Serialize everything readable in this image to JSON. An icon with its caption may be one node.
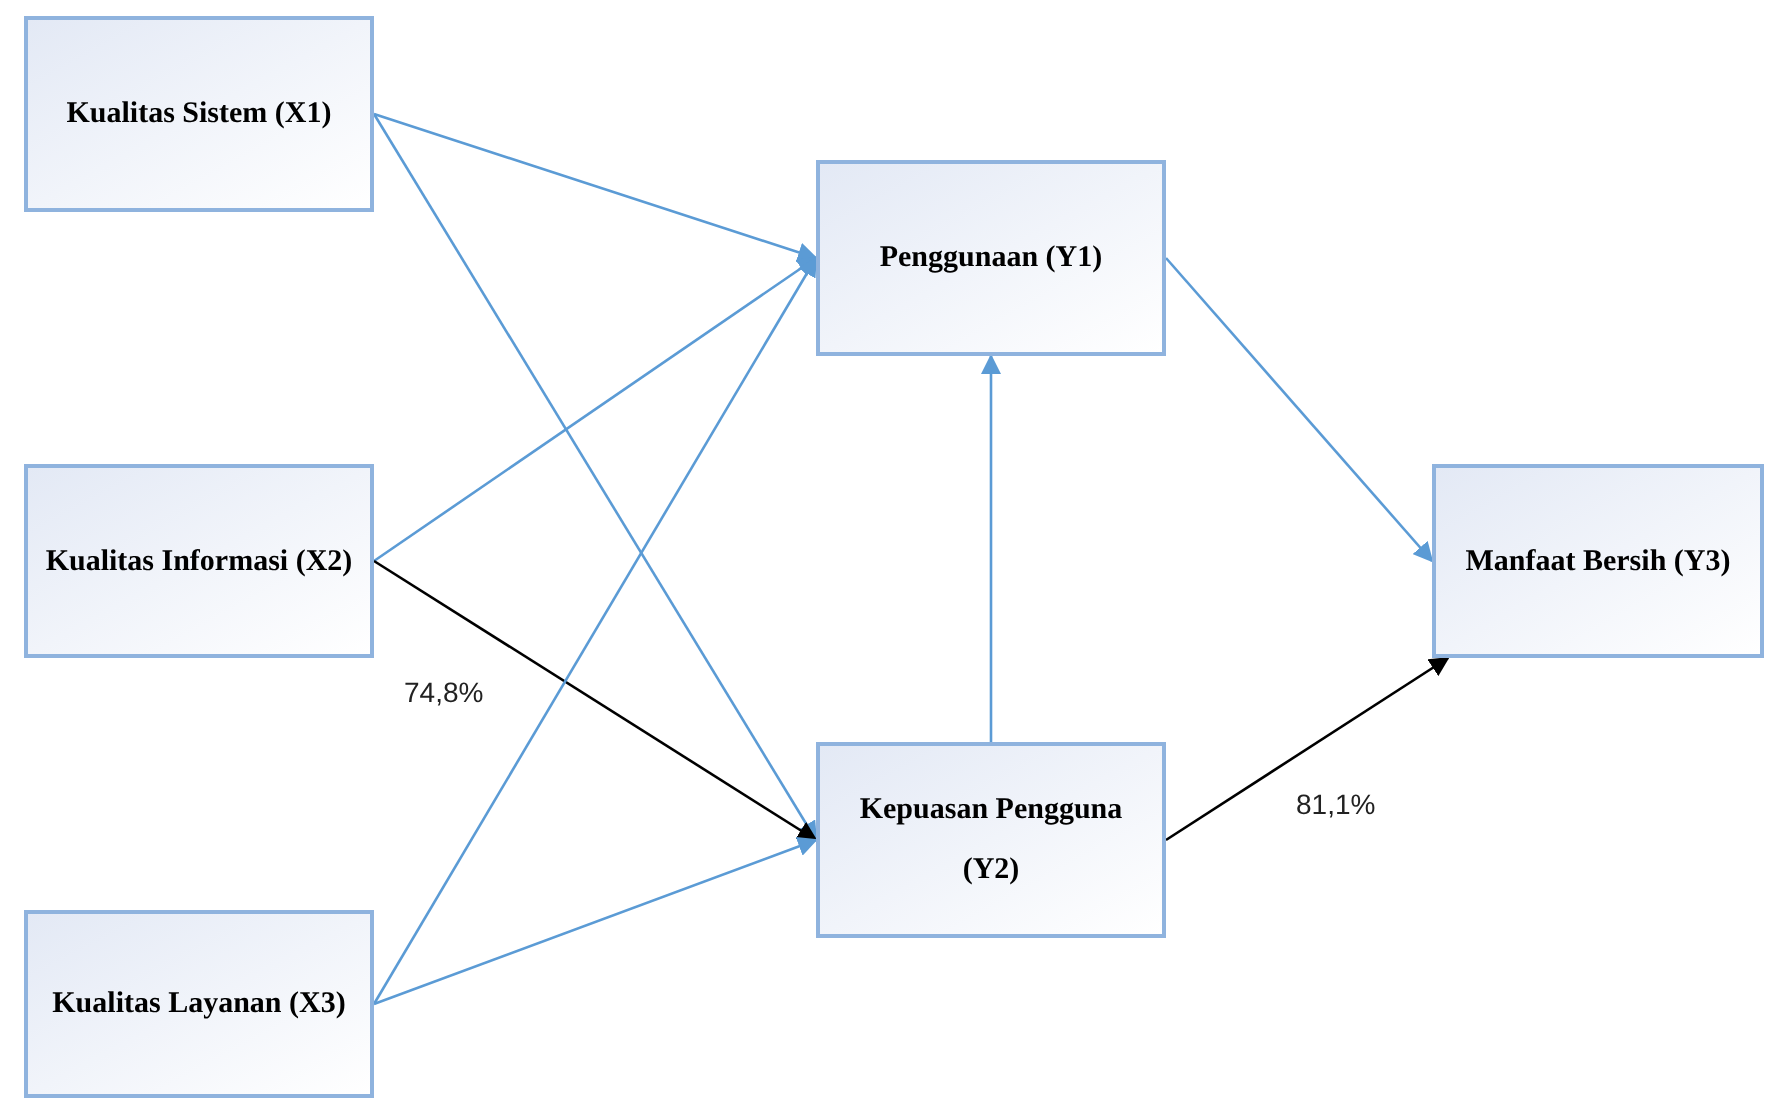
{
  "diagram": {
    "nodes": [
      {
        "text": [
          "Kualitas Sistem (X1)"
        ]
      },
      {
        "text": [
          "Kualitas Informasi (X2)"
        ]
      },
      {
        "text": [
          "Kualitas Layanan (X3)"
        ]
      },
      {
        "text": [
          "Penggunaan (Y1)"
        ]
      },
      {
        "text": [
          "Kepuasan Pengguna (Y2)"
        ]
      },
      {
        "text": [
          "Manfaat Bersih (Y3)"
        ]
      }
    ],
    "edges": [
      {
        "from": 0,
        "to": 3,
        "arrow": "to"
      },
      {
        "from": 0,
        "to": 4,
        "arrow": "to"
      },
      {
        "from": 1,
        "to": 3,
        "arrow": "to"
      },
      {
        "from": 1,
        "to": 4,
        "arrow": "to",
        "label": "74,8%",
        "color": "#000000"
      },
      {
        "from": 2,
        "to": 3,
        "arrow": "to"
      },
      {
        "from": 2,
        "to": 4,
        "arrow": "to"
      },
      {
        "from": 4,
        "to": 3,
        "arrow": "to"
      },
      {
        "from": 3,
        "to": 5,
        "arrow": "to"
      },
      {
        "from": 4,
        "to": 5,
        "arrow": "to",
        "label": "81,1%",
        "color": "#000000"
      }
    ]
  }
}
